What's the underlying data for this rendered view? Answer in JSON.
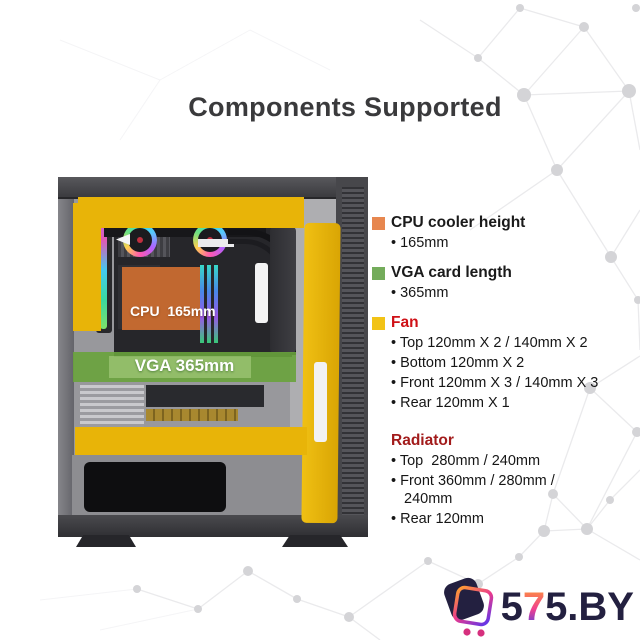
{
  "title": "Components Supported",
  "case_overlays": {
    "cpu_label": "CPU  165mm",
    "vga_label": "VGA 365mm"
  },
  "legend": {
    "items": [
      {
        "label": "CPU cooler height",
        "label_color": "#1a1a1a",
        "swatch_color": "#e7874f",
        "details": [
          "• 165mm"
        ]
      },
      {
        "label": "VGA card length",
        "label_color": "#1a1a1a",
        "swatch_color": "#74ac5b",
        "details": [
          "• 365mm"
        ]
      },
      {
        "label": "Fan",
        "label_color": "#cf1016",
        "swatch_color": "#f2c316",
        "details": [
          "• Top 120mm X 2 / 140mm X 2",
          "• Bottom 120mm X 2",
          "• Front 120mm X 3 / 140mm X 3",
          "• Rear 120mm X 1"
        ]
      },
      {
        "label": "Radiator",
        "label_color": "#a21b1b",
        "swatch_color": null,
        "details": [
          "• Top  280mm / 240mm",
          "• Front 360mm / 280mm /\n240mm",
          "• Rear 120mm"
        ]
      }
    ]
  },
  "logo": {
    "text": "575.BY"
  },
  "colors": {
    "highlight_yellow": "#e8b408",
    "highlight_green": "rgba(105,163,60,0.9)",
    "highlight_orange": "rgba(206,110,48,0.93)"
  }
}
